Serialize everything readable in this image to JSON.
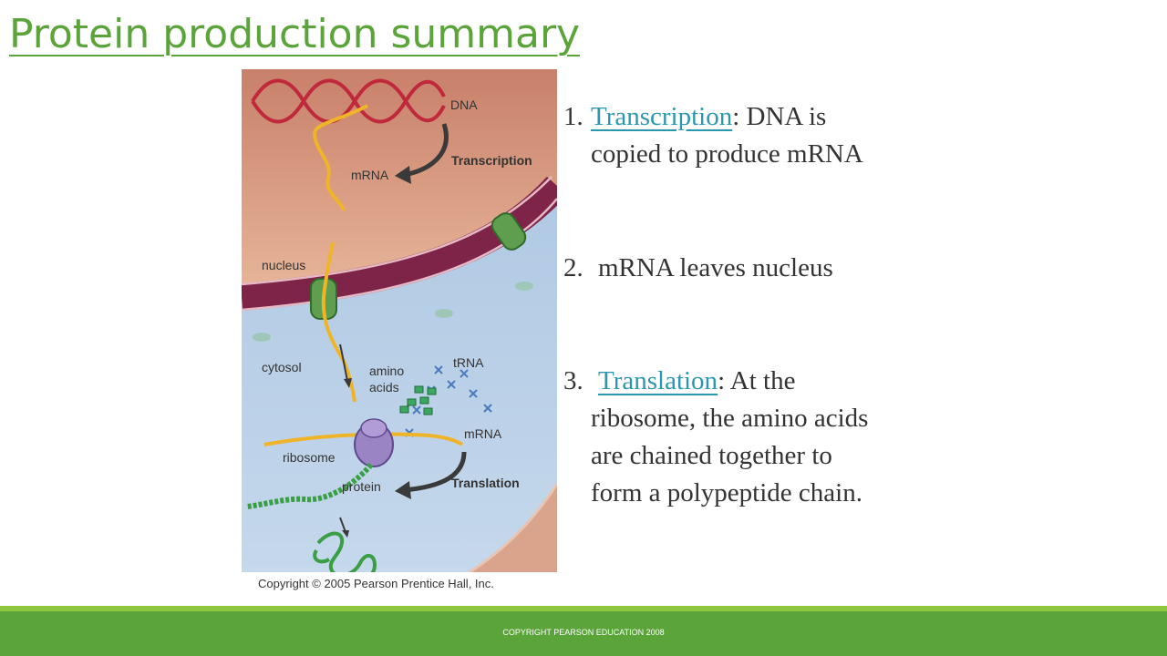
{
  "slide": {
    "title": "Protein production summary"
  },
  "figure": {
    "labels": {
      "dna": "DNA",
      "transcription": "Transcription",
      "mrna_top": "mRNA",
      "nucleus": "nucleus",
      "cytosol": "cytosol",
      "amino": "amino",
      "acids": "acids",
      "trna": "tRNA",
      "mrna_bottom": "mRNA",
      "ribosome": "ribosome",
      "protein": "protein",
      "translation": "Translation"
    },
    "copyright": "Copyright © 2005 Pearson Prentice Hall, Inc."
  },
  "steps": [
    {
      "number": "1.",
      "keyword": "Transcription",
      "rest": ": DNA is",
      "continuation": "copied to produce mRNA"
    },
    {
      "number": "2.",
      "text": "mRNA leaves nucleus"
    },
    {
      "number": "3.",
      "keyword": "Translation",
      "rest": ": At the",
      "lines": [
        "ribosome, the amino acids",
        "are chained together to",
        "form a polypeptide chain."
      ]
    }
  ],
  "footer": {
    "text": "COPYRIGHT PEARSON EDUCATION 2008"
  },
  "colors": {
    "accent_green": "#5aa43a",
    "light_green": "#8dc63f",
    "keyword_teal": "#2a97b0"
  }
}
